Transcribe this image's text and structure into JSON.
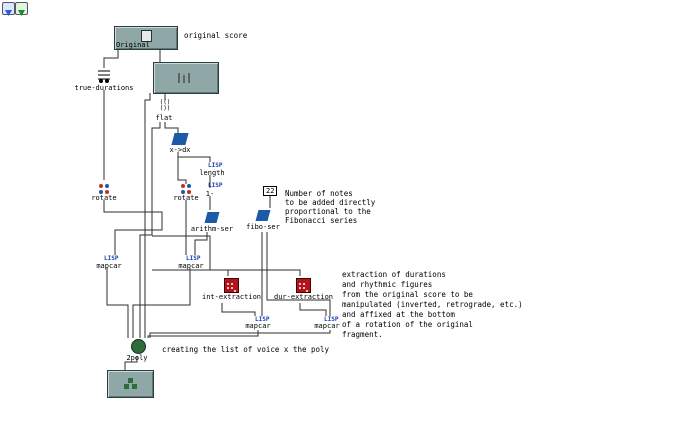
{
  "toolbar": {
    "up_icon": "blue-arrow-down-icon",
    "down_icon": "green-arrow-down-icon"
  },
  "boxes": {
    "original": {
      "label": "Original",
      "comment": "original score"
    },
    "true_durations": "true-durations",
    "flat": "flat",
    "x_dx": "x->dx",
    "length": "length",
    "minus": "1-",
    "rotate1": "rotate",
    "rotate2": "rotate",
    "arithm_ser": "arithm-ser",
    "fibo_ser": "fibo-ser",
    "mapcar1": "mapcar",
    "mapcar2": "mapcar",
    "mapcar3": "mapcar",
    "mapcar4": "mapcar",
    "int_extraction": "int-extraction",
    "dur_extraction": "dur-extraction",
    "two_poly": "2poly",
    "lisp_tag": "LISP",
    "number_value": "22",
    "brackets": "(()\n())"
  },
  "comments": {
    "fibonacci": "Number of notes\nto be added directly\nproportional to the\nFibonacci series",
    "extraction": "extraction of durations\nand rhythmic figures\nfrom the original score to be\nmanipulated (inverted, retrograde, etc.)\nand affixed at the bottom\nof a rotation of the original\nfragment.",
    "poly": "creating the list of voice x the poly"
  },
  "colors": {
    "box_fill": "#8fa8a7",
    "wire": "#2d2d2d",
    "lisp": "#1a3fb5",
    "poly_green": "#2f6b3c",
    "red_icon": "#b3141b"
  }
}
